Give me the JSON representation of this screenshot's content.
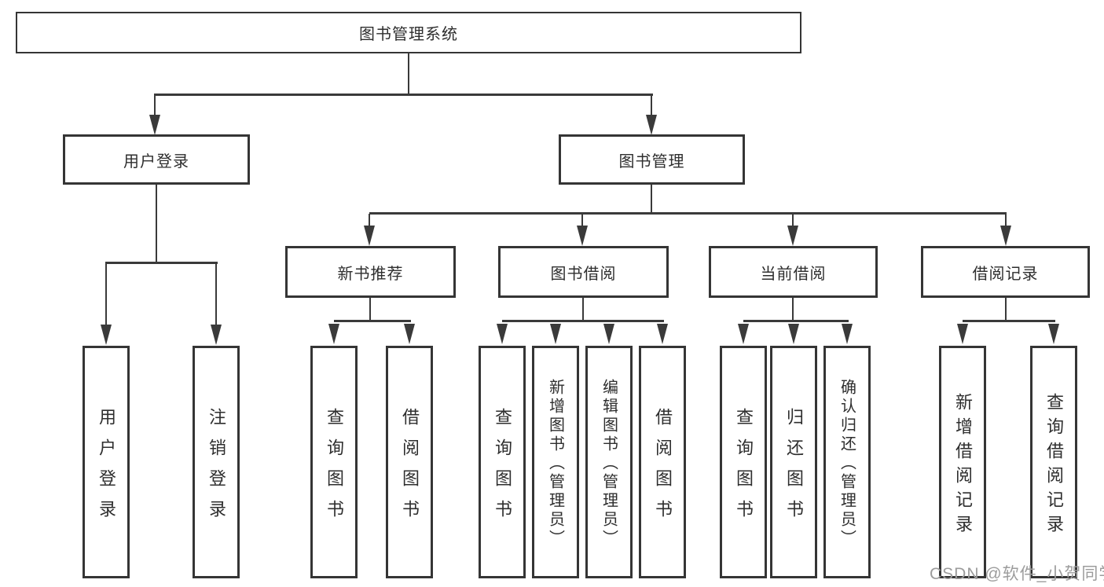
{
  "page": {
    "background": "#ffffff"
  },
  "colors": {
    "box_border": "#353535",
    "connector_line": "#3a3a3a",
    "text": "#2e2e2e",
    "watermark": "#9c9c9c"
  },
  "watermark": {
    "text": "CSDN @软件_小贺同学"
  },
  "diagram": {
    "root": {
      "label": "图书管理系统"
    },
    "level2": [
      {
        "label": "用户登录"
      },
      {
        "label": "图书管理"
      }
    ],
    "level3": [
      {
        "label": "新书推荐"
      },
      {
        "label": "图书借阅"
      },
      {
        "label": "当前借阅"
      },
      {
        "label": "借阅记录"
      }
    ],
    "leaves": {
      "user_login": [
        "用户登录",
        "注销登录"
      ],
      "new_book_rec": [
        "查询图书",
        "借阅图书"
      ],
      "book_borrow": [
        "查询图书",
        "新增图书（管理员）",
        "编辑图书（管理员）",
        "借阅图书"
      ],
      "current_borrow": [
        "查询图书",
        "归还图书",
        "确认归还（管理员）"
      ],
      "borrow_record": [
        "新增借阅记录",
        "查询借阅记录"
      ]
    }
  }
}
